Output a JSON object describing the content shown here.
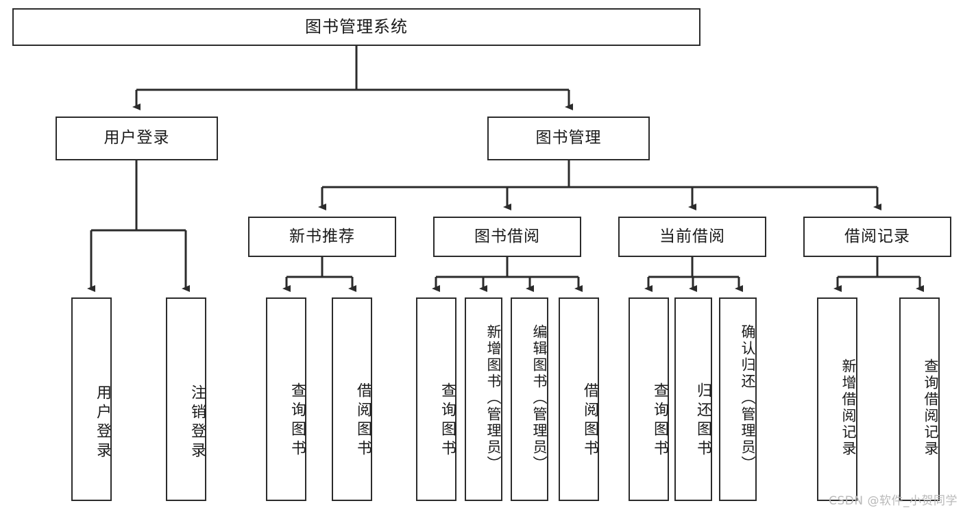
{
  "diagram": {
    "title": "图书管理系统",
    "type": "tree",
    "watermark": "CSDN @软件_小贺同学",
    "colors": {
      "node_border": "#2b2b2b",
      "node_fill": "#ffffff",
      "edge": "#2b2b2b",
      "text": "#1a1a1a",
      "watermark": "#b9b9b9"
    },
    "levels": {
      "level1": [
        {
          "id": "root",
          "label": "图书管理系统"
        }
      ],
      "level2": [
        {
          "id": "user-login",
          "label": "用户登录"
        },
        {
          "id": "book-manage",
          "label": "图书管理"
        }
      ],
      "level3": [
        {
          "id": "new-book-recommend",
          "label": "新书推荐",
          "parent": "book-manage"
        },
        {
          "id": "book-borrow",
          "label": "图书借阅",
          "parent": "book-manage"
        },
        {
          "id": "current-borrow",
          "label": "当前借阅",
          "parent": "book-manage"
        },
        {
          "id": "borrow-record",
          "label": "借阅记录",
          "parent": "book-manage"
        }
      ],
      "leaves": [
        {
          "id": "leaf-user-login",
          "label": "用户登录",
          "parent": "user-login"
        },
        {
          "id": "leaf-logout-login",
          "label": "注销登录",
          "parent": "user-login"
        },
        {
          "id": "leaf-query-book-1",
          "label": "查询图书",
          "parent": "new-book-recommend"
        },
        {
          "id": "leaf-borrow-book-1",
          "label": "借阅图书",
          "parent": "new-book-recommend"
        },
        {
          "id": "leaf-query-book-2",
          "label": "查询图书",
          "parent": "book-borrow"
        },
        {
          "id": "leaf-add-book",
          "label": "新增图书（管理员）",
          "parent": "book-borrow"
        },
        {
          "id": "leaf-edit-book",
          "label": "编辑图书（管理员）",
          "parent": "book-borrow"
        },
        {
          "id": "leaf-borrow-book-2",
          "label": "借阅图书",
          "parent": "book-borrow"
        },
        {
          "id": "leaf-query-book-3",
          "label": "查询图书",
          "parent": "current-borrow"
        },
        {
          "id": "leaf-return-book",
          "label": "归还图书",
          "parent": "current-borrow"
        },
        {
          "id": "leaf-confirm-return",
          "label": "确认归还（管理员）",
          "parent": "current-borrow"
        },
        {
          "id": "leaf-add-record",
          "label": "新增借阅记录",
          "parent": "borrow-record"
        },
        {
          "id": "leaf-query-record",
          "label": "查询借阅记录",
          "parent": "borrow-record"
        }
      ]
    }
  }
}
